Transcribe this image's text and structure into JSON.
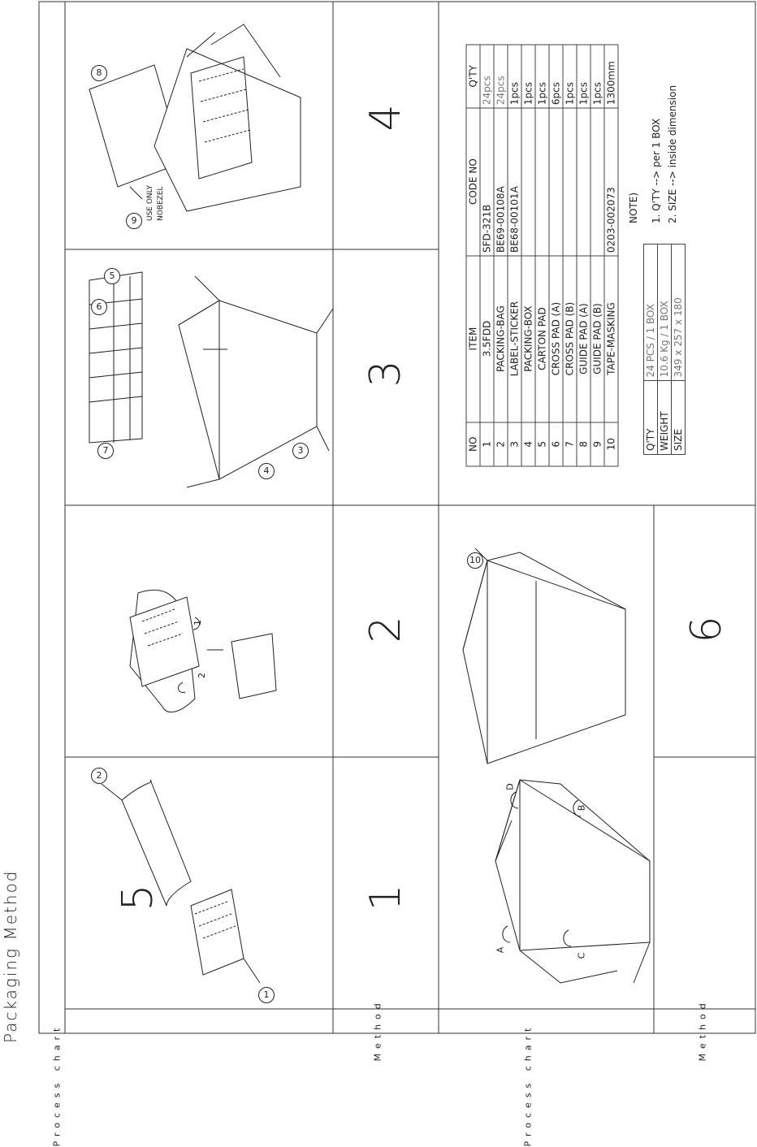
{
  "title": "Packaging Method",
  "side_labels": {
    "top_process_chart": "Process chart",
    "top_method": "Method",
    "bottom_process_chart": "Process chart",
    "bottom_method": "Method"
  },
  "steps": [
    "1",
    "2",
    "3",
    "4",
    "5",
    "6"
  ],
  "callouts": [
    "1",
    "2",
    "3",
    "4",
    "5",
    "6",
    "7",
    "8",
    "9",
    "10"
  ],
  "step1_arrows": {
    "a": "1",
    "b": "2"
  },
  "step5_flaps": [
    "A",
    "B",
    "C",
    "D"
  ],
  "nobezel_note": {
    "line1": "USE ONLY",
    "line2": "NOBEZEL"
  },
  "bom": {
    "headers": [
      "NO",
      "ITEM",
      "CODE NO",
      "Q'TY"
    ],
    "rows": [
      {
        "no": "1",
        "item": "3.5FDD",
        "code": "SFD-321B",
        "qty": "24pcs"
      },
      {
        "no": "2",
        "item": "PACKING-BAG",
        "code": "BE69-00108A",
        "qty": "24pcs"
      },
      {
        "no": "3",
        "item": "LABEL-STICKER",
        "code": "BE68-00101A",
        "qty": "1pcs"
      },
      {
        "no": "4",
        "item": "PACKING-BOX",
        "code": "",
        "qty": "1pcs"
      },
      {
        "no": "5",
        "item": "CARTON PAD",
        "code": "",
        "qty": "1pcs"
      },
      {
        "no": "6",
        "item": "CROSS PAD (A)",
        "code": "",
        "qty": "6pcs"
      },
      {
        "no": "7",
        "item": "CROSS PAD (B)",
        "code": "",
        "qty": "1pcs"
      },
      {
        "no": "8",
        "item": "GUIDE PAD (A)",
        "code": "",
        "qty": "1pcs"
      },
      {
        "no": "9",
        "item": "GUIDE PAD (B)",
        "code": "",
        "qty": "1pcs"
      },
      {
        "no": "10",
        "item": "TAPE-MASKING",
        "code": "0203-002073",
        "qty": "1300mm"
      }
    ]
  },
  "spec": {
    "rows": [
      {
        "label": "Q'TY",
        "value": "24 PCS / 1 BOX"
      },
      {
        "label": "WEIGHT",
        "value": "10.6 Kg / 1 BOX"
      },
      {
        "label": "SIZE",
        "value": "349 x 257 x 180"
      }
    ]
  },
  "notes": {
    "heading": "NOTE)",
    "items": [
      "1. Q'TY --> per 1 BOX",
      "2. SIZE --> inside dimension"
    ]
  }
}
